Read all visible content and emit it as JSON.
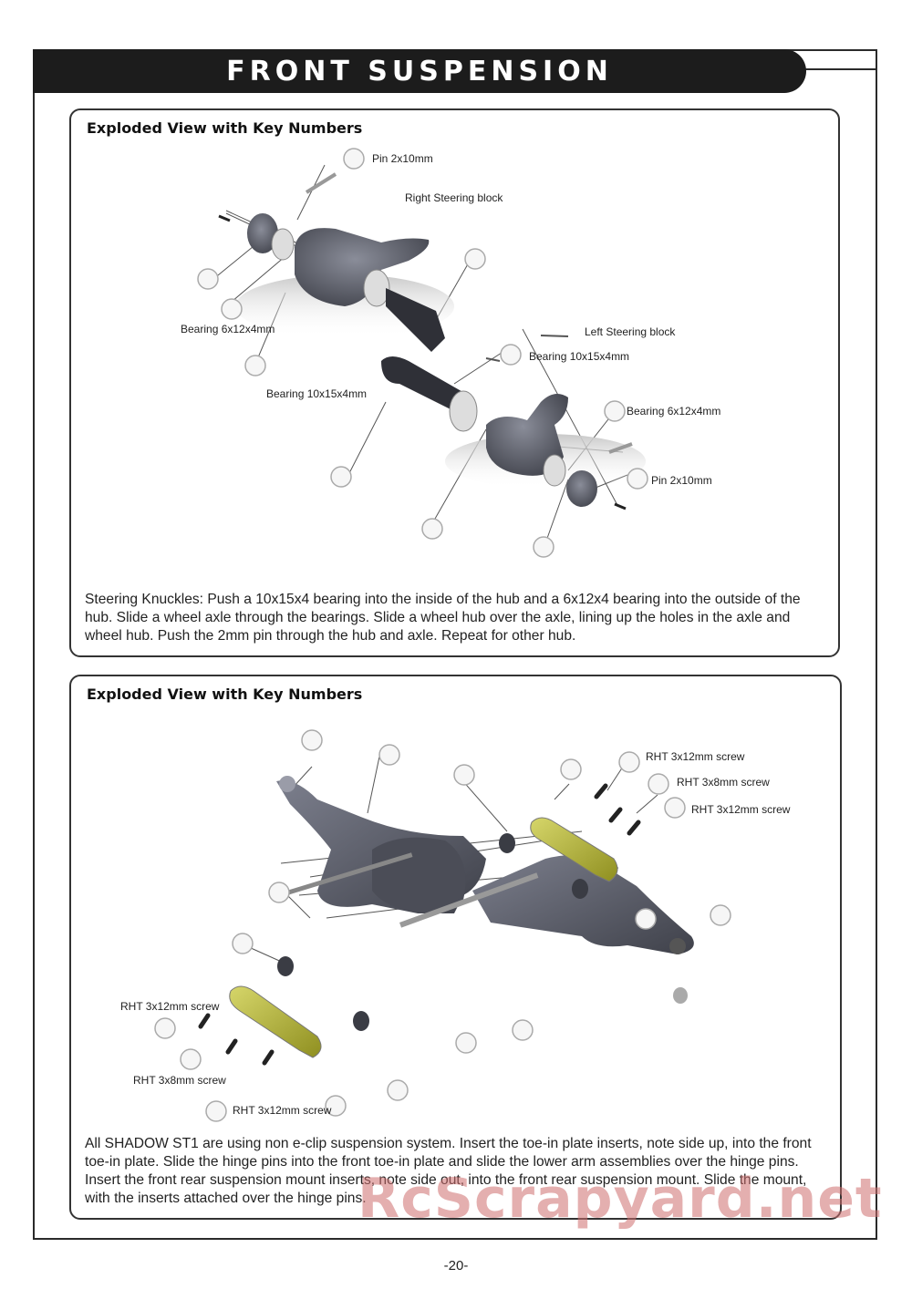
{
  "header": {
    "title": "FRONT SUSPENSION"
  },
  "section1": {
    "heading": "Exploded View with Key Numbers",
    "labels": {
      "pin_top": "Pin 2x10mm",
      "right_block": "Right Steering block",
      "bearing_left": "Bearing 6x12x4mm",
      "bearing_mid": "Bearing 10x15x4mm",
      "left_block": "Left Steering block",
      "bearing_right_top": "Bearing 10x15x4mm",
      "bearing_right": "Bearing 6x12x4mm",
      "pin_right": "Pin 2x10mm"
    },
    "instructions": "Steering Knuckles: Push a 10x15x4 bearing into the inside of the hub and a 6x12x4 bearing into the outside of the hub. Slide a wheel axle through the bearings. Slide a wheel hub over the axle, lining up the holes in the axle and wheel hub. Push the 2mm pin through the hub and axle. Repeat for other hub."
  },
  "section2": {
    "heading": "Exploded View with Key Numbers",
    "labels": {
      "screw_tr1": "RHT 3x12mm screw",
      "screw_tr2": "RHT 3x8mm screw",
      "screw_tr3": "RHT 3x12mm screw",
      "screw_bl1": "RHT 3x12mm screw",
      "screw_bl2": "RHT 3x8mm screw",
      "screw_bl3": "RHT 3x12mm screw"
    },
    "instructions": "All SHADOW ST1 are using non e-clip suspension system. Insert the toe-in plate inserts, note side up, into the front toe-in plate. Slide the hinge pins into the front toe-in plate and slide the lower arm assemblies over the hinge pins. Insert the front rear suspension mount inserts, note side out, into the front rear suspension mount. Slide the mount, with the inserts attached over the hinge pins."
  },
  "watermark": "RcScrapyard.net",
  "footer": {
    "page_number": "-20-"
  },
  "colors": {
    "title_bar": "#1c1c1c",
    "part_grey": "#5c5f6e",
    "toe_plate": "#b8b83a",
    "watermark": "#cd6e6e"
  }
}
